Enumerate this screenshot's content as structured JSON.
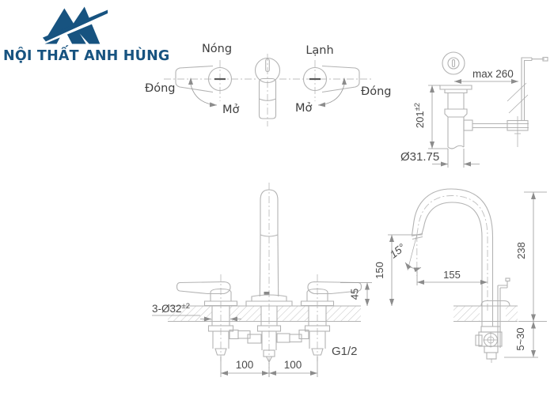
{
  "logo": {
    "brand": "NỘI THẤT ANH HÙNG"
  },
  "handle_diagram": {
    "hot_label": "Nóng",
    "hot_close": "Đóng",
    "hot_open": "Mở",
    "cold_label": "Lạnh",
    "cold_close": "Đóng",
    "cold_open": "Mở"
  },
  "drain_view": {
    "max_reach": "max 260",
    "height": "201",
    "height_tolerance": "±2",
    "diameter": "Ø31.75"
  },
  "front_view": {
    "hole_spec": "3-Ø32",
    "hole_tolerance": "±2",
    "handle_height": "45",
    "left_spacing": "100",
    "right_spacing": "100",
    "thread_size": "G1/2"
  },
  "side_view": {
    "spout_angle": "15°",
    "outlet_height": "150",
    "spout_reach": "155",
    "total_height": "238",
    "deck_thickness": "5~30"
  },
  "colors": {
    "brand_navy": "#175380",
    "line_gray": "#b3b3b3",
    "dim_gray": "#9a9a9a",
    "text_gray": "#4a4a4a"
  }
}
